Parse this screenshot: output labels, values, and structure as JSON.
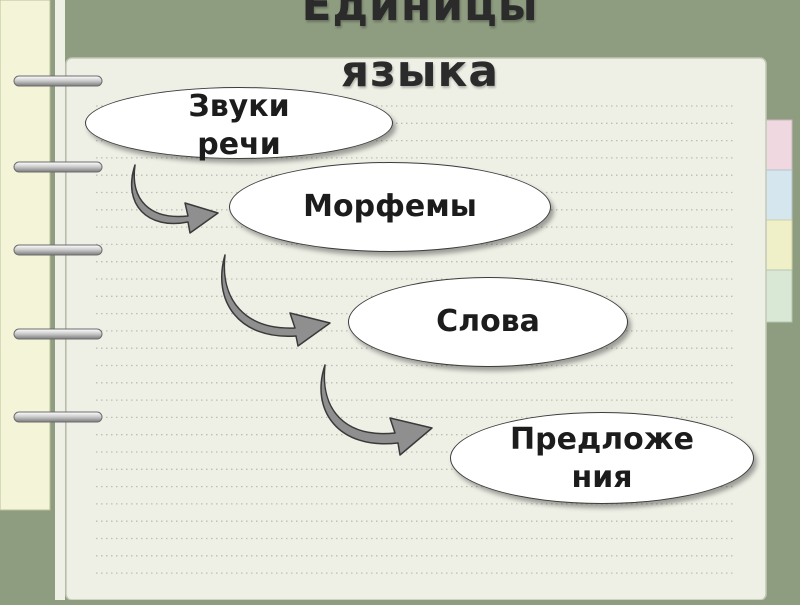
{
  "title_lines": [
    "Единицы",
    "языка"
  ],
  "nodes": [
    {
      "label": "Звуки\nречи"
    },
    {
      "label": "Морфемы"
    },
    {
      "label": "Слова"
    },
    {
      "label": "Предложе\nния"
    }
  ],
  "colors": {
    "page": "#eef0e6",
    "frame": "#8e9c80",
    "dots": "#b8c0b2",
    "arrow_fill": "#8f8f8f",
    "tab_pink": "#efd8e0",
    "tab_blue": "#d6e6ee",
    "tab_yellow": "#f0f0c8",
    "tab_green": "#d8e8d4"
  },
  "icons": [
    "binder-ring-icon",
    "curved-arrow-icon"
  ]
}
